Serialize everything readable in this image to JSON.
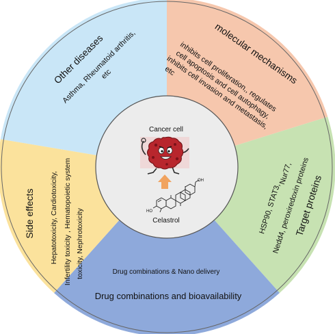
{
  "colors": {
    "other_diseases": "#c9e6f7",
    "molecular_mechanisms": "#f6c7ad",
    "target_proteins": "#c7e2b2",
    "drug_combinations": "#8ea9db",
    "side_effects": "#fbe29c",
    "center": "#ececec",
    "ring_outline": "#555555"
  },
  "segments": {
    "other_diseases": {
      "title": "Other diseases",
      "lines": [
        "Asthma, Rheumatoid arthritis,",
        "etc"
      ]
    },
    "molecular_mechanisms": {
      "title": "molecular mechanisms",
      "lines": [
        "inhibits cell proliferation,, regulates",
        "cell apoptosis and cell autophagy,",
        "inhibits cell invasion and metastasis,",
        "etc"
      ]
    },
    "target_proteins": {
      "title": "Target proteins",
      "lines": [
        "Nur77,",
        "HSP90,      STAT3,",
        "Nedd4, peroxiredoxin proteins"
      ]
    },
    "drug_combinations": {
      "subtitle": "Drug combinations & Nano delivery",
      "title": "Drug combinations and bioavailability"
    },
    "side_effects": {
      "title": "Side effects",
      "lines": [
        "Hepatotoxicity,  Cardiotoxicity,",
        "Infertility toxicity , Hematopoietic system",
        "toxicity, Nephrotoxicity"
      ]
    }
  },
  "center": {
    "top_label": "Cancer cell",
    "bottom_label": "Celastrol",
    "icons": [
      "cancer-cell-icon",
      "up-arrow-icon",
      "celastrol-structure-icon"
    ],
    "structure_labels": {
      "oh": "OH",
      "ho": "HO"
    }
  }
}
